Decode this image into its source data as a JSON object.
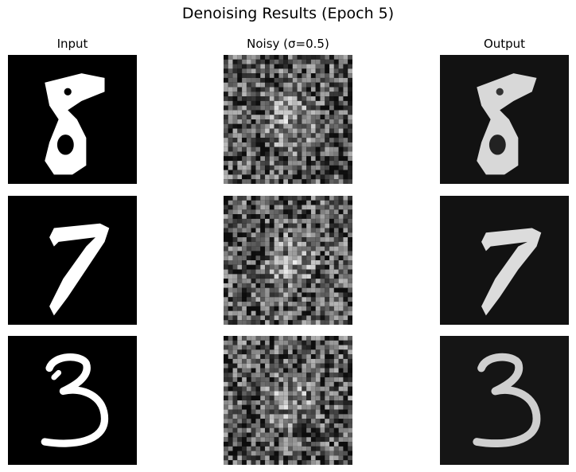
{
  "figure": {
    "title": "Denoising Results (Epoch 5)",
    "columns": [
      {
        "label": "Input"
      },
      {
        "label": "Noisy (σ=0.5)"
      },
      {
        "label": "Output"
      }
    ],
    "rows": [
      {
        "digit": "8"
      },
      {
        "digit": "7"
      },
      {
        "digit": "3"
      }
    ]
  }
}
